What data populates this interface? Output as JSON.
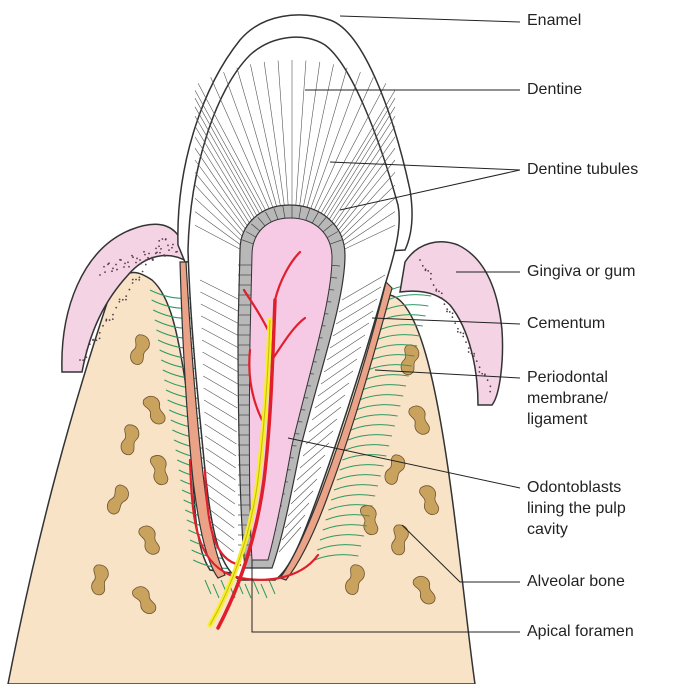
{
  "labels": {
    "enamel": "Enamel",
    "dentine": "Dentine",
    "dentine_tubules": "Dentine tubules",
    "gingiva": "Gingiva or gum",
    "cementum": "Cementum",
    "periodontal": [
      "Periodontal",
      "membrane/",
      "ligament"
    ],
    "odontoblasts": [
      "Odontoblasts",
      "lining the pulp",
      "cavity"
    ],
    "alveolar_bone": "Alveolar bone",
    "apical_foramen": "Apical foramen"
  },
  "colors": {
    "enamel": "#ffffff",
    "bone": "#f8e3c6",
    "bone_spot": "#c9a25e",
    "gingiva": "#f3d3e4",
    "cementum": "#eba388",
    "pulp": "#f6c9e4",
    "odontoblast": "#b8b8b8",
    "ligament": "#2e9a63",
    "vessel": "#e01f2c",
    "nerve": "#f6ee2a"
  }
}
